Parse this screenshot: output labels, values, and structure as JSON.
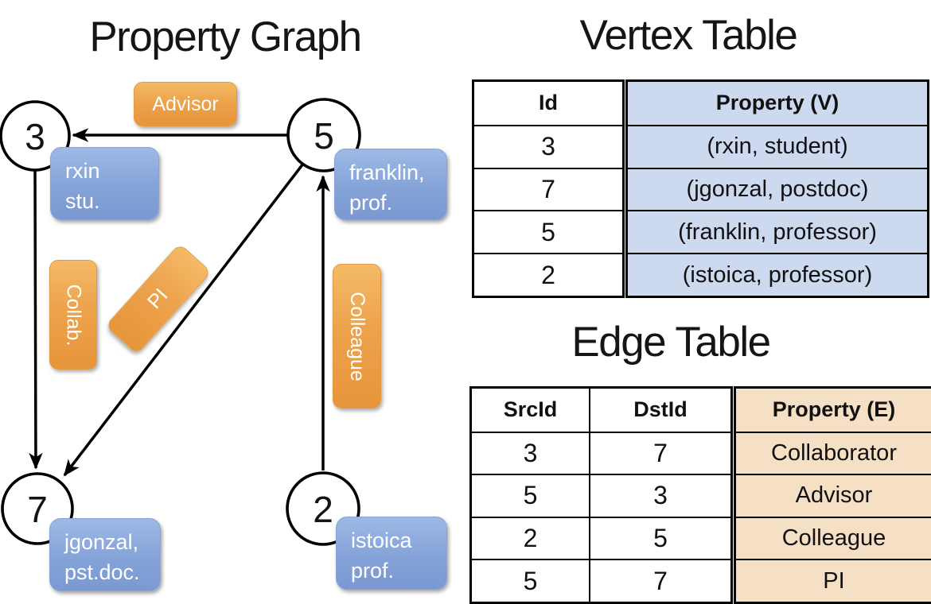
{
  "graph": {
    "title": "Property Graph",
    "nodes": [
      {
        "id": "3"
      },
      {
        "id": "5"
      },
      {
        "id": "7"
      },
      {
        "id": "2"
      }
    ],
    "vertex_boxes": [
      {
        "line1": "rxin",
        "line2": "stu."
      },
      {
        "line1": "franklin,",
        "line2": "prof."
      },
      {
        "line1": "jgonzal,",
        "line2": "pst.doc."
      },
      {
        "line1": "istoica",
        "line2": "prof."
      }
    ],
    "edge_labels": [
      {
        "label": "Advisor"
      },
      {
        "label": "Collab."
      },
      {
        "label": "PI"
      },
      {
        "label": "Colleague"
      }
    ]
  },
  "vertex_table": {
    "title": "Vertex Table",
    "id_header": "Id",
    "property_header": "Property (V)",
    "ids": [
      "3",
      "7",
      "5",
      "2"
    ],
    "properties": [
      "(rxin, student)",
      "(jgonzal, postdoc)",
      "(franklin, professor)",
      "(istoica, professor)"
    ]
  },
  "edge_table": {
    "title": "Edge Table",
    "src_header": "SrcId",
    "dst_header": "DstId",
    "property_header": "Property (E)",
    "src_ids": [
      "3",
      "5",
      "2",
      "5"
    ],
    "dst_ids": [
      "7",
      "3",
      "5",
      "7"
    ],
    "properties": [
      "Collaborator",
      "Advisor",
      "Colleague",
      "PI"
    ]
  },
  "colors": {
    "vertex_box_blue": "#7e9cd4",
    "edge_box_orange": "#e8953a",
    "vertex_table_bg": "#cdd9ee",
    "edge_table_bg": "#f5dfc5",
    "line_color": "#000000"
  }
}
